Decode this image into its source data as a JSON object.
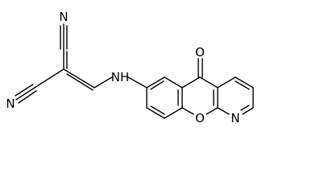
{
  "molecule": {
    "atoms": {
      "nitrile_top_N": "N",
      "nitrile_bottom_N": "N",
      "amine_NH": "NH",
      "carbonyl_O": "O",
      "ring_O": "O",
      "pyridine_N": "N"
    },
    "colors": {
      "line": "#000000",
      "background": "#ffffff"
    }
  }
}
